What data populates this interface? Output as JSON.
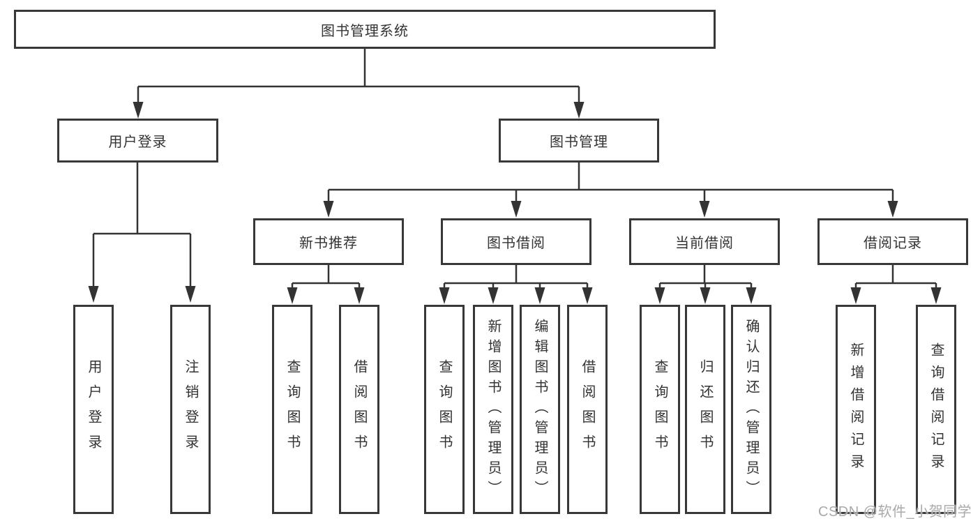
{
  "diagram": {
    "root": {
      "label": "图书管理系统"
    },
    "level2": [
      {
        "label": "用户登录"
      },
      {
        "label": "图书管理"
      }
    ],
    "userLoginChildren": [
      {
        "label": "用户登录"
      },
      {
        "label": "注销登录"
      }
    ],
    "bookMgmtGroups": [
      {
        "label": "新书推荐",
        "children": [
          {
            "label": "查询图书"
          },
          {
            "label": "借阅图书"
          }
        ]
      },
      {
        "label": "图书借阅",
        "children": [
          {
            "label": "查询图书"
          },
          {
            "label": "新增图书（管理员）"
          },
          {
            "label": "编辑图书（管理员）"
          },
          {
            "label": "借阅图书"
          }
        ]
      },
      {
        "label": "当前借阅",
        "children": [
          {
            "label": "查询图书"
          },
          {
            "label": "归还图书"
          },
          {
            "label": "确认归还（管理员）"
          }
        ]
      },
      {
        "label": "借阅记录",
        "children": [
          {
            "label": "新增借阅记录"
          },
          {
            "label": "查询借阅记录"
          }
        ]
      }
    ]
  },
  "watermark": {
    "text": "CSDN @软件_小贺同学"
  }
}
